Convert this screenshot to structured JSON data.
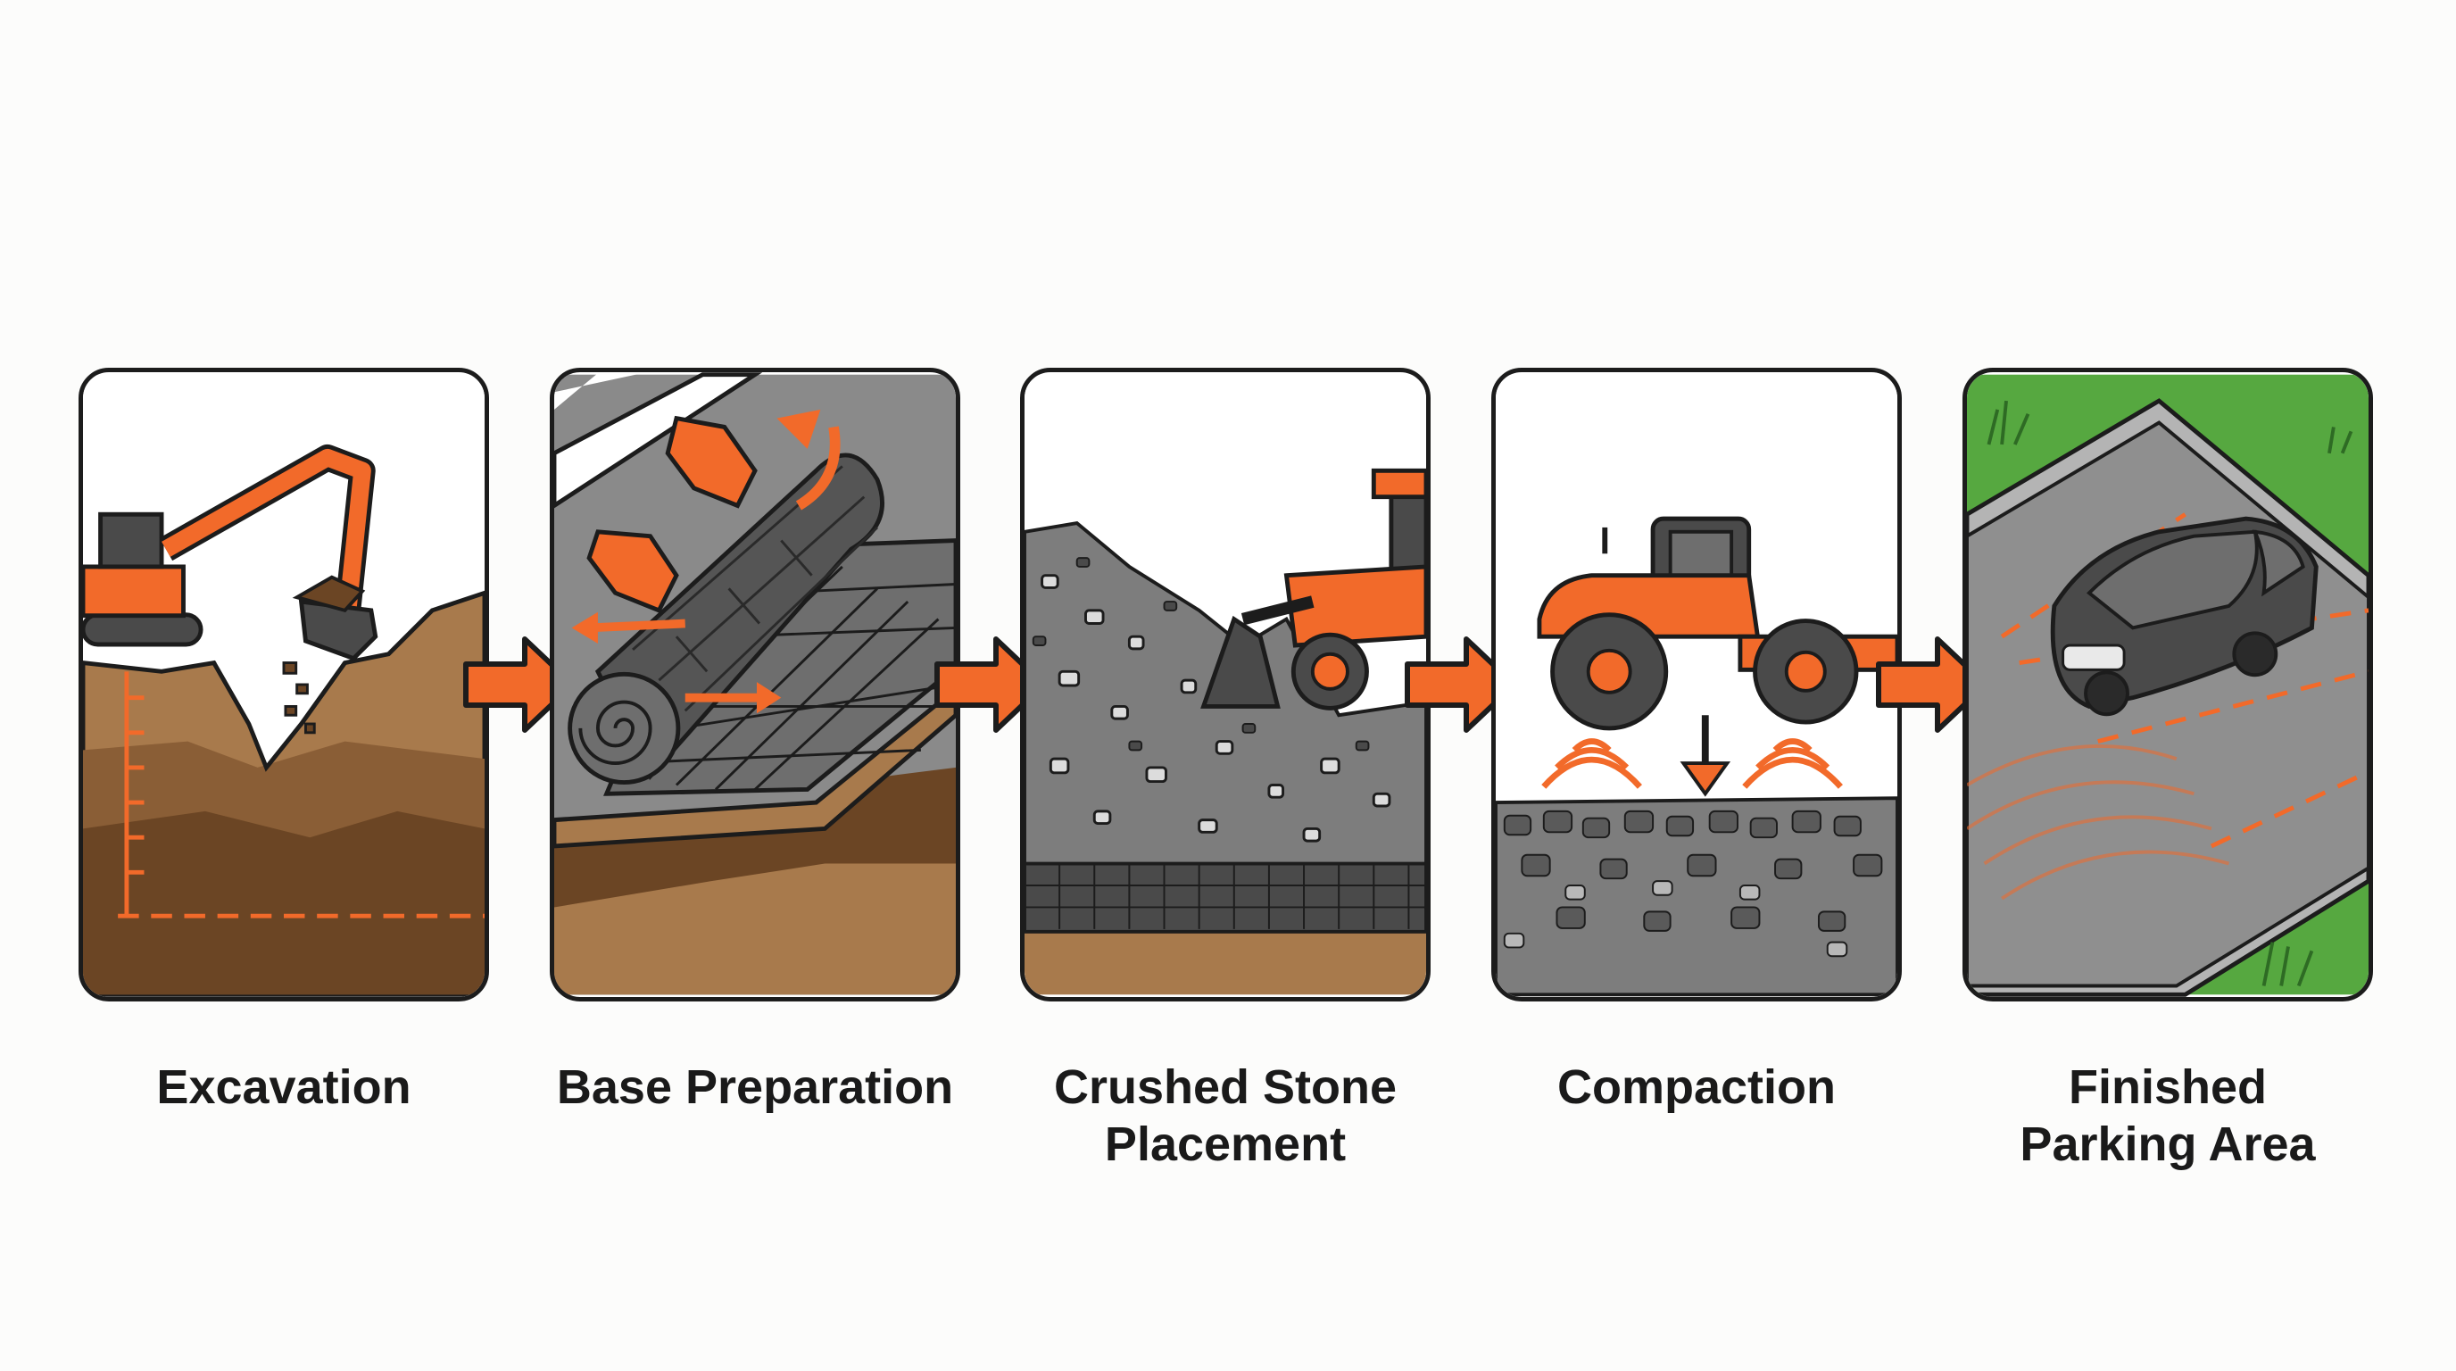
{
  "colors": {
    "accent": "#f26a2a",
    "outline": "#1c1c1c",
    "soil_dark": "#6b4524",
    "soil_light": "#a87a4c",
    "gravel": "#8a8a8a",
    "asphalt": "#8f8f8f",
    "grass": "#56a840"
  },
  "steps": [
    {
      "lines": [
        "Excavation"
      ],
      "icon": "excavator-icon"
    },
    {
      "lines": [
        "Base Preparation"
      ],
      "icon": "geogrid-roll-icon"
    },
    {
      "lines": [
        "Crushed Stone",
        "Placement"
      ],
      "icon": "loader-icon"
    },
    {
      "lines": [
        "Compaction"
      ],
      "icon": "roller-icon"
    },
    {
      "lines": [
        "Finished",
        "Parking Area"
      ],
      "icon": "car-icon"
    }
  ]
}
